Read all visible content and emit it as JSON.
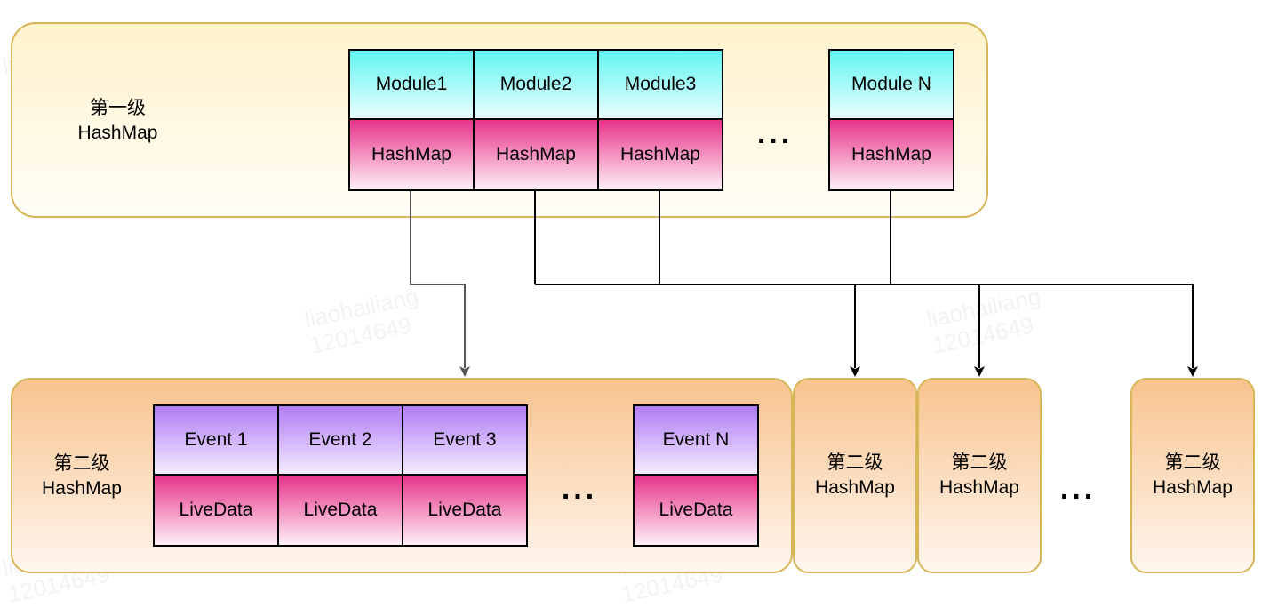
{
  "level1": {
    "label_line1": "第一级",
    "label_line2": "HashMap",
    "modules": [
      {
        "name": "Module1",
        "value": "HashMap"
      },
      {
        "name": "Module2",
        "value": "HashMap"
      },
      {
        "name": "Module3",
        "value": "HashMap"
      },
      {
        "name": "Module N",
        "value": "HashMap"
      }
    ],
    "ellipsis": "..."
  },
  "level2": {
    "label_line1": "第二级",
    "label_line2": "HashMap",
    "events": [
      {
        "name": "Event 1",
        "value": "LiveData"
      },
      {
        "name": "Event 2",
        "value": "LiveData"
      },
      {
        "name": "Event 3",
        "value": "LiveData"
      },
      {
        "name": "Event N",
        "value": "LiveData"
      }
    ],
    "ellipsis": "...",
    "small_boxes": [
      {
        "line1": "第二级",
        "line2": "HashMap"
      },
      {
        "line1": "第二级",
        "line2": "HashMap"
      },
      {
        "line1": "第二级",
        "line2": "HashMap"
      }
    ],
    "boxes_ellipsis": "..."
  },
  "watermark": {
    "line1": "liaohailiang",
    "line2": "12014649"
  },
  "colors": {
    "panel_border": "#d6b656",
    "level1_fill": "#fff2cc",
    "level2_fill": "#f8c38e",
    "module_fill": "#61f5f0",
    "hashmap_fill": "#e8338a",
    "event_fill": "#b07cf6",
    "gray_arrow": "#555555",
    "black_arrow": "#000000"
  }
}
